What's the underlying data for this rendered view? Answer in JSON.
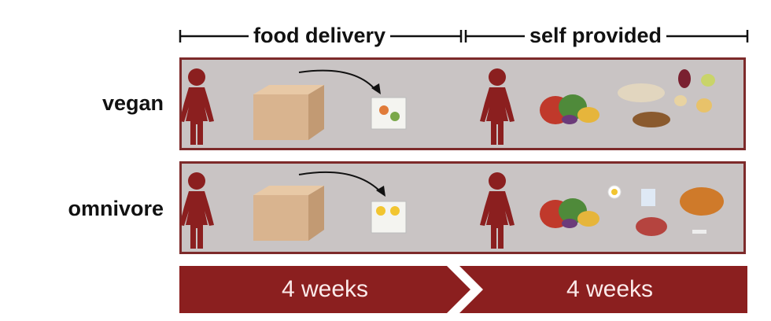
{
  "header": {
    "phase1": "food delivery",
    "phase2": "self provided"
  },
  "rows": [
    {
      "label": "vegan"
    },
    {
      "label": "omnivore"
    }
  ],
  "timeline": [
    {
      "label": "4 weeks"
    },
    {
      "label": "4 weeks"
    }
  ],
  "colors": {
    "accent": "#8b1f1f",
    "panel": "#c9c4c4",
    "person": "#8b1f1f"
  }
}
